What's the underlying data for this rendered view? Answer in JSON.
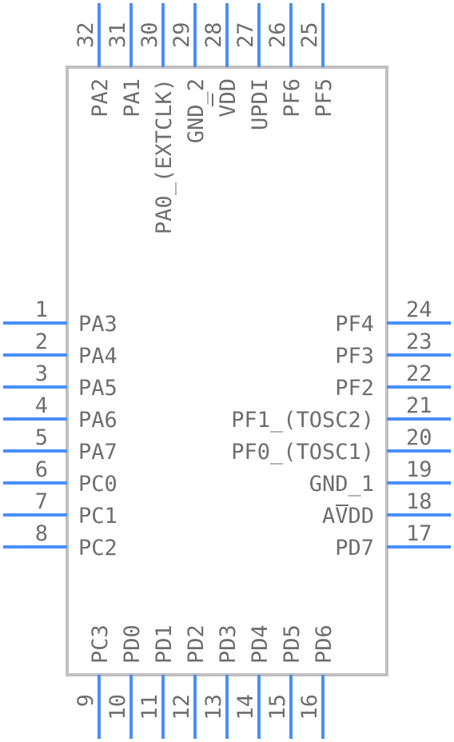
{
  "colors": {
    "pin": "#4a8ff5",
    "body_outline": "#c0c0c0",
    "text": "#6e6e6e"
  },
  "pins": {
    "left": [
      {
        "num": "1",
        "name": "PA3"
      },
      {
        "num": "2",
        "name": "PA4"
      },
      {
        "num": "3",
        "name": "PA5"
      },
      {
        "num": "4",
        "name": "PA6"
      },
      {
        "num": "5",
        "name": "PA7"
      },
      {
        "num": "6",
        "name": "PC0"
      },
      {
        "num": "7",
        "name": "PC1"
      },
      {
        "num": "8",
        "name": "PC2"
      }
    ],
    "bottom": [
      {
        "num": "9",
        "name": "PC3"
      },
      {
        "num": "10",
        "name": "PD0"
      },
      {
        "num": "11",
        "name": "PD1"
      },
      {
        "num": "12",
        "name": "PD2"
      },
      {
        "num": "13",
        "name": "PD3"
      },
      {
        "num": "14",
        "name": "PD4"
      },
      {
        "num": "15",
        "name": "PD5"
      },
      {
        "num": "16",
        "name": "PD6"
      }
    ],
    "right": [
      {
        "num": "17",
        "name": "PD7"
      },
      {
        "num": "18",
        "name": "AVDD"
      },
      {
        "num": "19",
        "name": "GND_1"
      },
      {
        "num": "20",
        "name": "PF0_(TOSC1)"
      },
      {
        "num": "21",
        "name": "PF1_(TOSC2)"
      },
      {
        "num": "22",
        "name": "PF2"
      },
      {
        "num": "23",
        "name": "PF3"
      },
      {
        "num": "24",
        "name": "PF4"
      }
    ],
    "top": [
      {
        "num": "25",
        "name": "PF5"
      },
      {
        "num": "26",
        "name": "PF6"
      },
      {
        "num": "27",
        "name": "UPDI"
      },
      {
        "num": "28",
        "name": "VDD"
      },
      {
        "num": "29",
        "name": "GND_2"
      },
      {
        "num": "30",
        "name": "PA0_(EXTCLK)"
      },
      {
        "num": "31",
        "name": "PA1"
      },
      {
        "num": "32",
        "name": "PA2"
      }
    ]
  }
}
